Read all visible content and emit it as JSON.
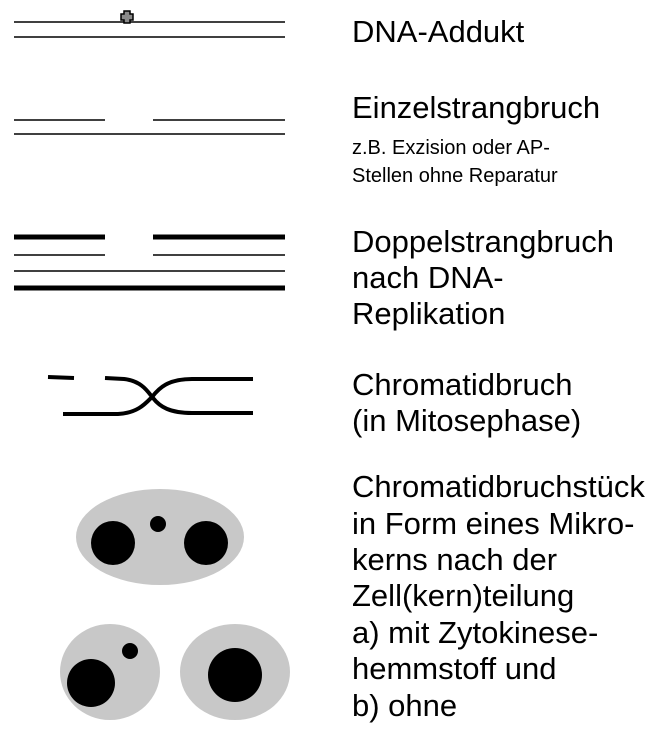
{
  "dna_adduct": {
    "label": "DNA-Addukt"
  },
  "single_strand_break": {
    "label": "Einzelstrangbruch",
    "note": [
      "z.B. Exzision oder AP-",
      "Stellen ohne Reparatur"
    ]
  },
  "double_strand_break": {
    "lines": [
      "Doppelstrangbruch",
      "nach DNA-",
      "Replikation"
    ]
  },
  "chromatid_break": {
    "lines": [
      "Chromatidbruch",
      "(in Mitosephase)"
    ]
  },
  "micronucleus": {
    "lines": [
      "Chromatidbruchstück",
      "in Form eines Mikro-",
      "kerns nach der",
      "Zell(kern)teilung",
      "a) mit Zytokinese-",
      "hemmstoff und",
      "b) ohne"
    ]
  },
  "colors": {
    "ink": "#000000",
    "cell_fill": "#c8c8c8",
    "adduct_fill": "#8a8a8a",
    "background": "#ffffff"
  }
}
